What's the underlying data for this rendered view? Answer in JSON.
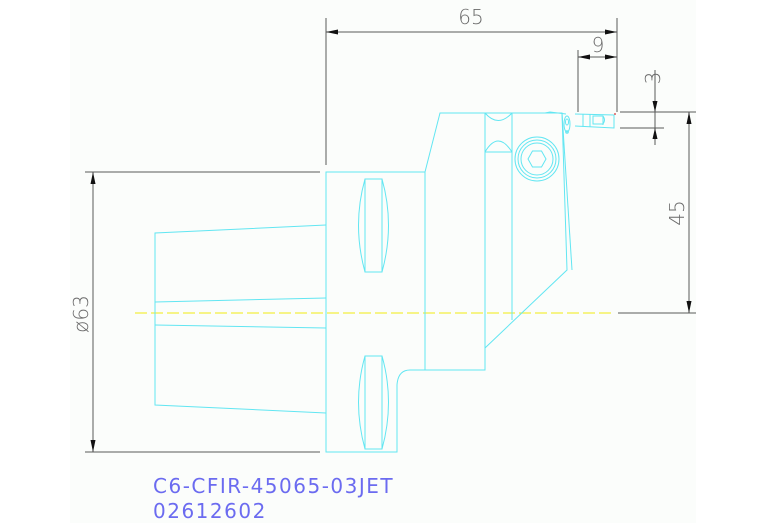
{
  "drawing": {
    "colors": {
      "background": "#ffffff",
      "sheet": "#fbfdfb",
      "geometry": "#62e6f2",
      "centerline": "#f2f040",
      "dimension": "#5a5a5a",
      "title_text": "#6b6bf0",
      "tip_marker": "#e06060"
    },
    "dimensions": {
      "overall_length": "65",
      "insert_offset": "9",
      "cut_width": "3",
      "center_height": "45",
      "diameter": "ø63"
    },
    "title_block": {
      "part_number": "C6-CFIR-45065-03JET",
      "order_code": "02612602"
    },
    "features": [
      "coupling-shank",
      "flange",
      "clamping-slot-upper",
      "clamping-slot-lower",
      "tool-head",
      "clamp-screw",
      "grooving-insert",
      "coolant-nozzle",
      "centerline"
    ]
  }
}
